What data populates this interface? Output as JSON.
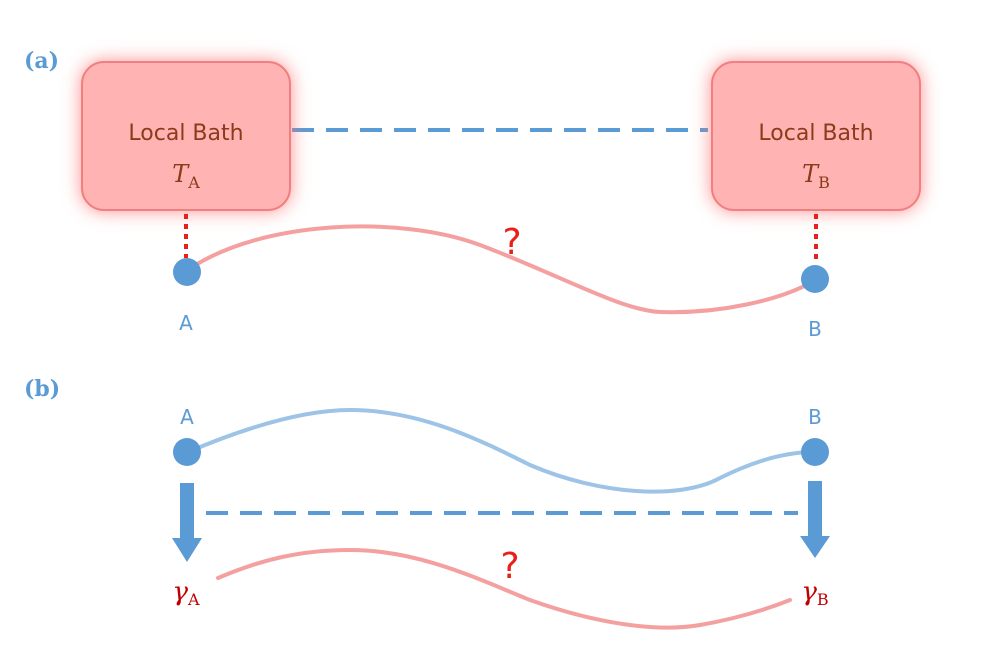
{
  "panel_a": {
    "label": "(a)",
    "bath_left": {
      "title": "Local Bath",
      "temp_symbol": "T",
      "temp_subscript": "A"
    },
    "bath_right": {
      "title": "Local Bath",
      "temp_symbol": "T",
      "temp_subscript": "B"
    },
    "node_left_label": "A",
    "node_right_label": "B",
    "question_mark": "?"
  },
  "panel_b": {
    "label": "(b)",
    "node_left_label": "A",
    "node_right_label": "B",
    "gamma_left_symbol": "γ",
    "gamma_left_subscript": "A",
    "gamma_right_symbol": "γ",
    "gamma_right_subscript": "B",
    "question_mark": "?"
  },
  "colors": {
    "bath_fill": "#ffb3b3",
    "bath_stroke": "#f08080",
    "accent_blue": "#5b9bd5",
    "curve_red": "#f4a0a0",
    "curve_blue": "#9dc3e6",
    "dotted_red": "#e8201a",
    "question_red": "#e8201a",
    "gamma_red": "#c00000"
  }
}
